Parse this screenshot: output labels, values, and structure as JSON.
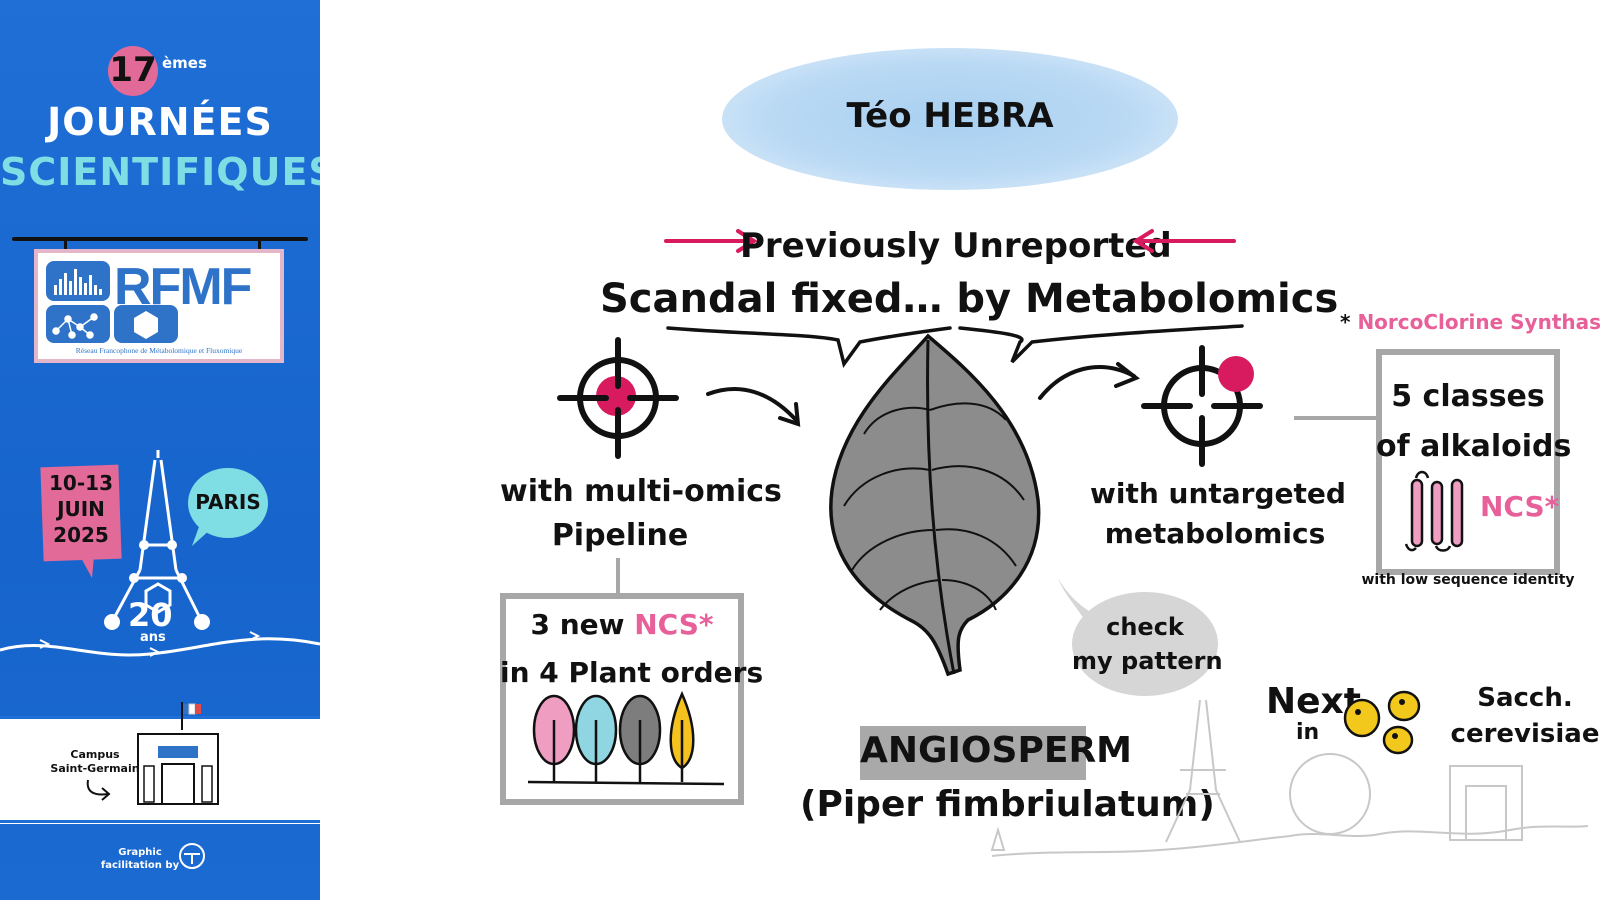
{
  "sidebar": {
    "edition_number": "17",
    "edition_suffix": "èmes",
    "title_line1": "JOURNÉES",
    "title_line2": "SCIENTIFIQUES",
    "logo_acronym": "RFMF",
    "logo_subtitle": "Réseau Francophone de Métabolomique et Fluxomique",
    "date_days": "10-13",
    "date_month": "JUIN",
    "date_year": "2025",
    "city": "PARIS",
    "anniversary_number": "20",
    "anniversary_unit": "ans",
    "campus_line1": "Campus",
    "campus_line2": "Saint-Germain",
    "credit_line1": "Graphic",
    "credit_line2": "facilitation by"
  },
  "main": {
    "speaker_name": "Téo HEBRA",
    "headline_line1": "Previously Unreported",
    "headline_line2": "Scandal fixed… by Metabolomics",
    "left_label_line1": "with multi-omics",
    "left_label_line2": "Pipeline",
    "left_box_number": "3",
    "left_box_new": "new",
    "left_box_ncs": "NCS*",
    "left_box_line2": "in 4 Plant orders",
    "right_label_line1": "with untargeted",
    "right_label_line2": "metabolomics",
    "right_note_star": "*",
    "right_note": "NorcoClorine Synthase",
    "right_box_line1": "5 classes",
    "right_box_line2": "of alkaloids",
    "right_box_ncs": "NCS*",
    "right_box_footer": "with low sequence identity",
    "bubble_line1": "check",
    "bubble_line2": "my pattern",
    "leaf_label": "ANGIOSPERM",
    "leaf_species": "(Piper fimbriulatum)",
    "next_label": "Next",
    "in_label": "in",
    "organism_line1": "Sacch.",
    "organism_line2": "cerevisiae"
  },
  "colors": {
    "sidebar_blue": "#1f6fd6",
    "accent_pink": "#e26a98",
    "accent_cyan": "#7fdde4",
    "target_red": "#d81b5f",
    "cloud_blue": "#b9d9f4",
    "leaf_gray": "#8c8c8c",
    "yeast_yellow": "#f2c81c"
  }
}
